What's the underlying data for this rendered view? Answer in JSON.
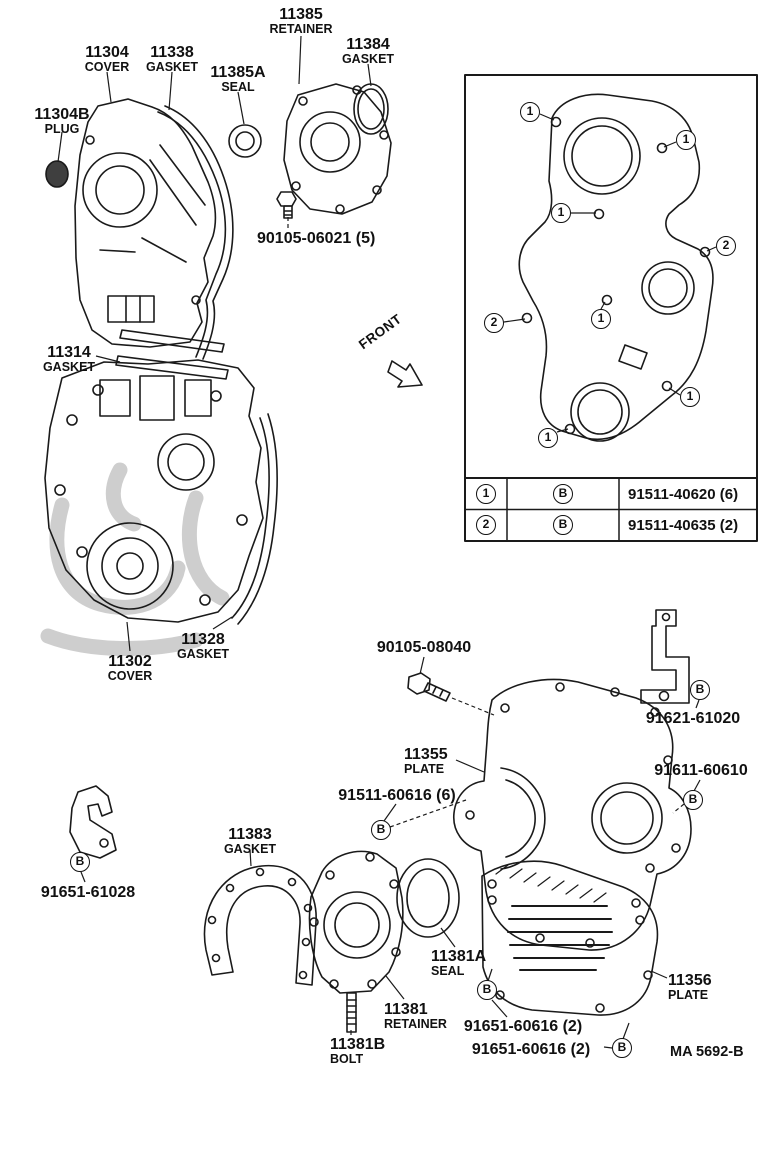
{
  "doc": {
    "code": "MA 5692-B",
    "front_label": "FRONT"
  },
  "markers": {
    "n1": "1",
    "n2": "2",
    "b": "B"
  },
  "parts": [
    {
      "number": "11385",
      "desc": "RETAINER"
    },
    {
      "number": "11384",
      "desc": "GASKET"
    },
    {
      "number": "11304",
      "desc": "COVER"
    },
    {
      "number": "11338",
      "desc": "GASKET"
    },
    {
      "number": "11385A",
      "desc": "SEAL"
    },
    {
      "number": "11304B",
      "desc": "PLUG"
    },
    {
      "number": "90105-06021 (5)"
    },
    {
      "number": "11314",
      "desc": "GASKET"
    },
    {
      "number": "11328",
      "desc": "GASKET"
    },
    {
      "number": "11302",
      "desc": "COVER"
    },
    {
      "number": "90105-08040"
    },
    {
      "number": "91621-61020"
    },
    {
      "number": "11355",
      "desc": "PLATE"
    },
    {
      "number": "91611-60610"
    },
    {
      "number": "91511-60616 (6)"
    },
    {
      "number": "11383",
      "desc": "GASKET"
    },
    {
      "number": "91651-61028"
    },
    {
      "number": "11381A",
      "desc": "SEAL"
    },
    {
      "number": "11381",
      "desc": "RETAINER"
    },
    {
      "number": "11381B",
      "desc": "BOLT"
    },
    {
      "number": "91651-60616 (2)"
    },
    {
      "number": "91651-60616 (2)"
    },
    {
      "number": "11356",
      "desc": "PLATE"
    }
  ],
  "fastener_table": {
    "rows": [
      {
        "ref": "1",
        "symbol": "B",
        "part": "91511-40620 (6)"
      },
      {
        "ref": "2",
        "symbol": "B",
        "part": "91511-40635 (2)"
      }
    ]
  }
}
